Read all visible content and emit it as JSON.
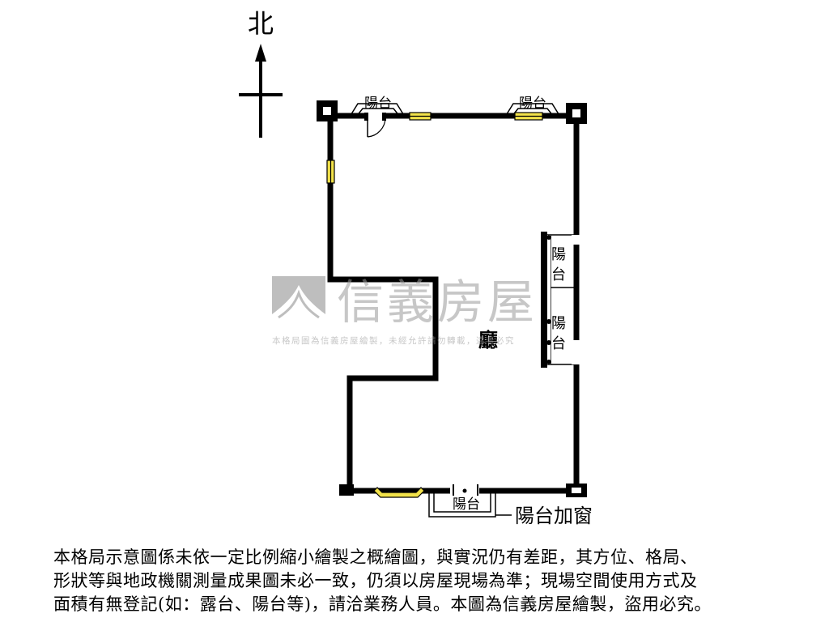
{
  "compass": {
    "north_label": "北"
  },
  "rooms": {
    "hall_label": "廳"
  },
  "balconies": {
    "top_left": "陽台",
    "top_right": "陽台",
    "right_upper": "陽台",
    "right_lower": "陽台",
    "bottom": "陽台",
    "bottom_callout": "陽台加窗"
  },
  "watermark": {
    "brand": "信義房屋",
    "notice": "本格局圖為信義房屋繪製，未經允許請勿轉載，違者必究"
  },
  "colors": {
    "wall": "#000000",
    "window_fill": "#f2e24a",
    "watermark": "#bdbdbd"
  },
  "disclaimer": "本格局示意圖係未依一定比例縮小繪製之概繪圖，與實況仍有差距，其方位、格局、\n形狀等與地政機關測量成果圖未必一致，仍須以房屋現場為準；現場空間使用方式及\n面積有無登記(如：露台、陽台等)，請洽業務人員。本圖為信義房屋繪製，盜用必究。"
}
